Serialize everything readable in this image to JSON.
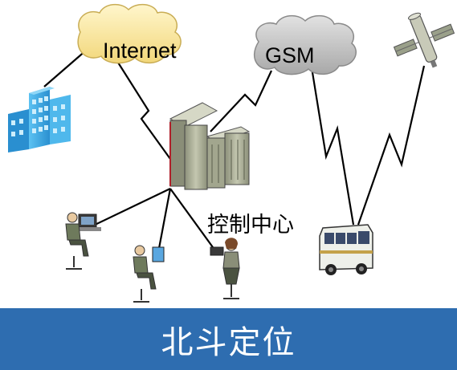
{
  "labels": {
    "internet": "Internet",
    "gsm": "GSM",
    "control_center": "控制中心"
  },
  "footer": {
    "title": "北斗定位"
  },
  "colors": {
    "footer_bg": "#2e6db0",
    "cloud_internet": "#fbe9a6",
    "cloud_gsm": "#c9c9c9",
    "building": "#39a8e6",
    "server": "#a4a88c"
  },
  "icons": [
    "building-icon",
    "internet-cloud-icon",
    "gsm-cloud-icon",
    "satellite-icon",
    "server-icon",
    "operator-icon",
    "bus-icon"
  ]
}
